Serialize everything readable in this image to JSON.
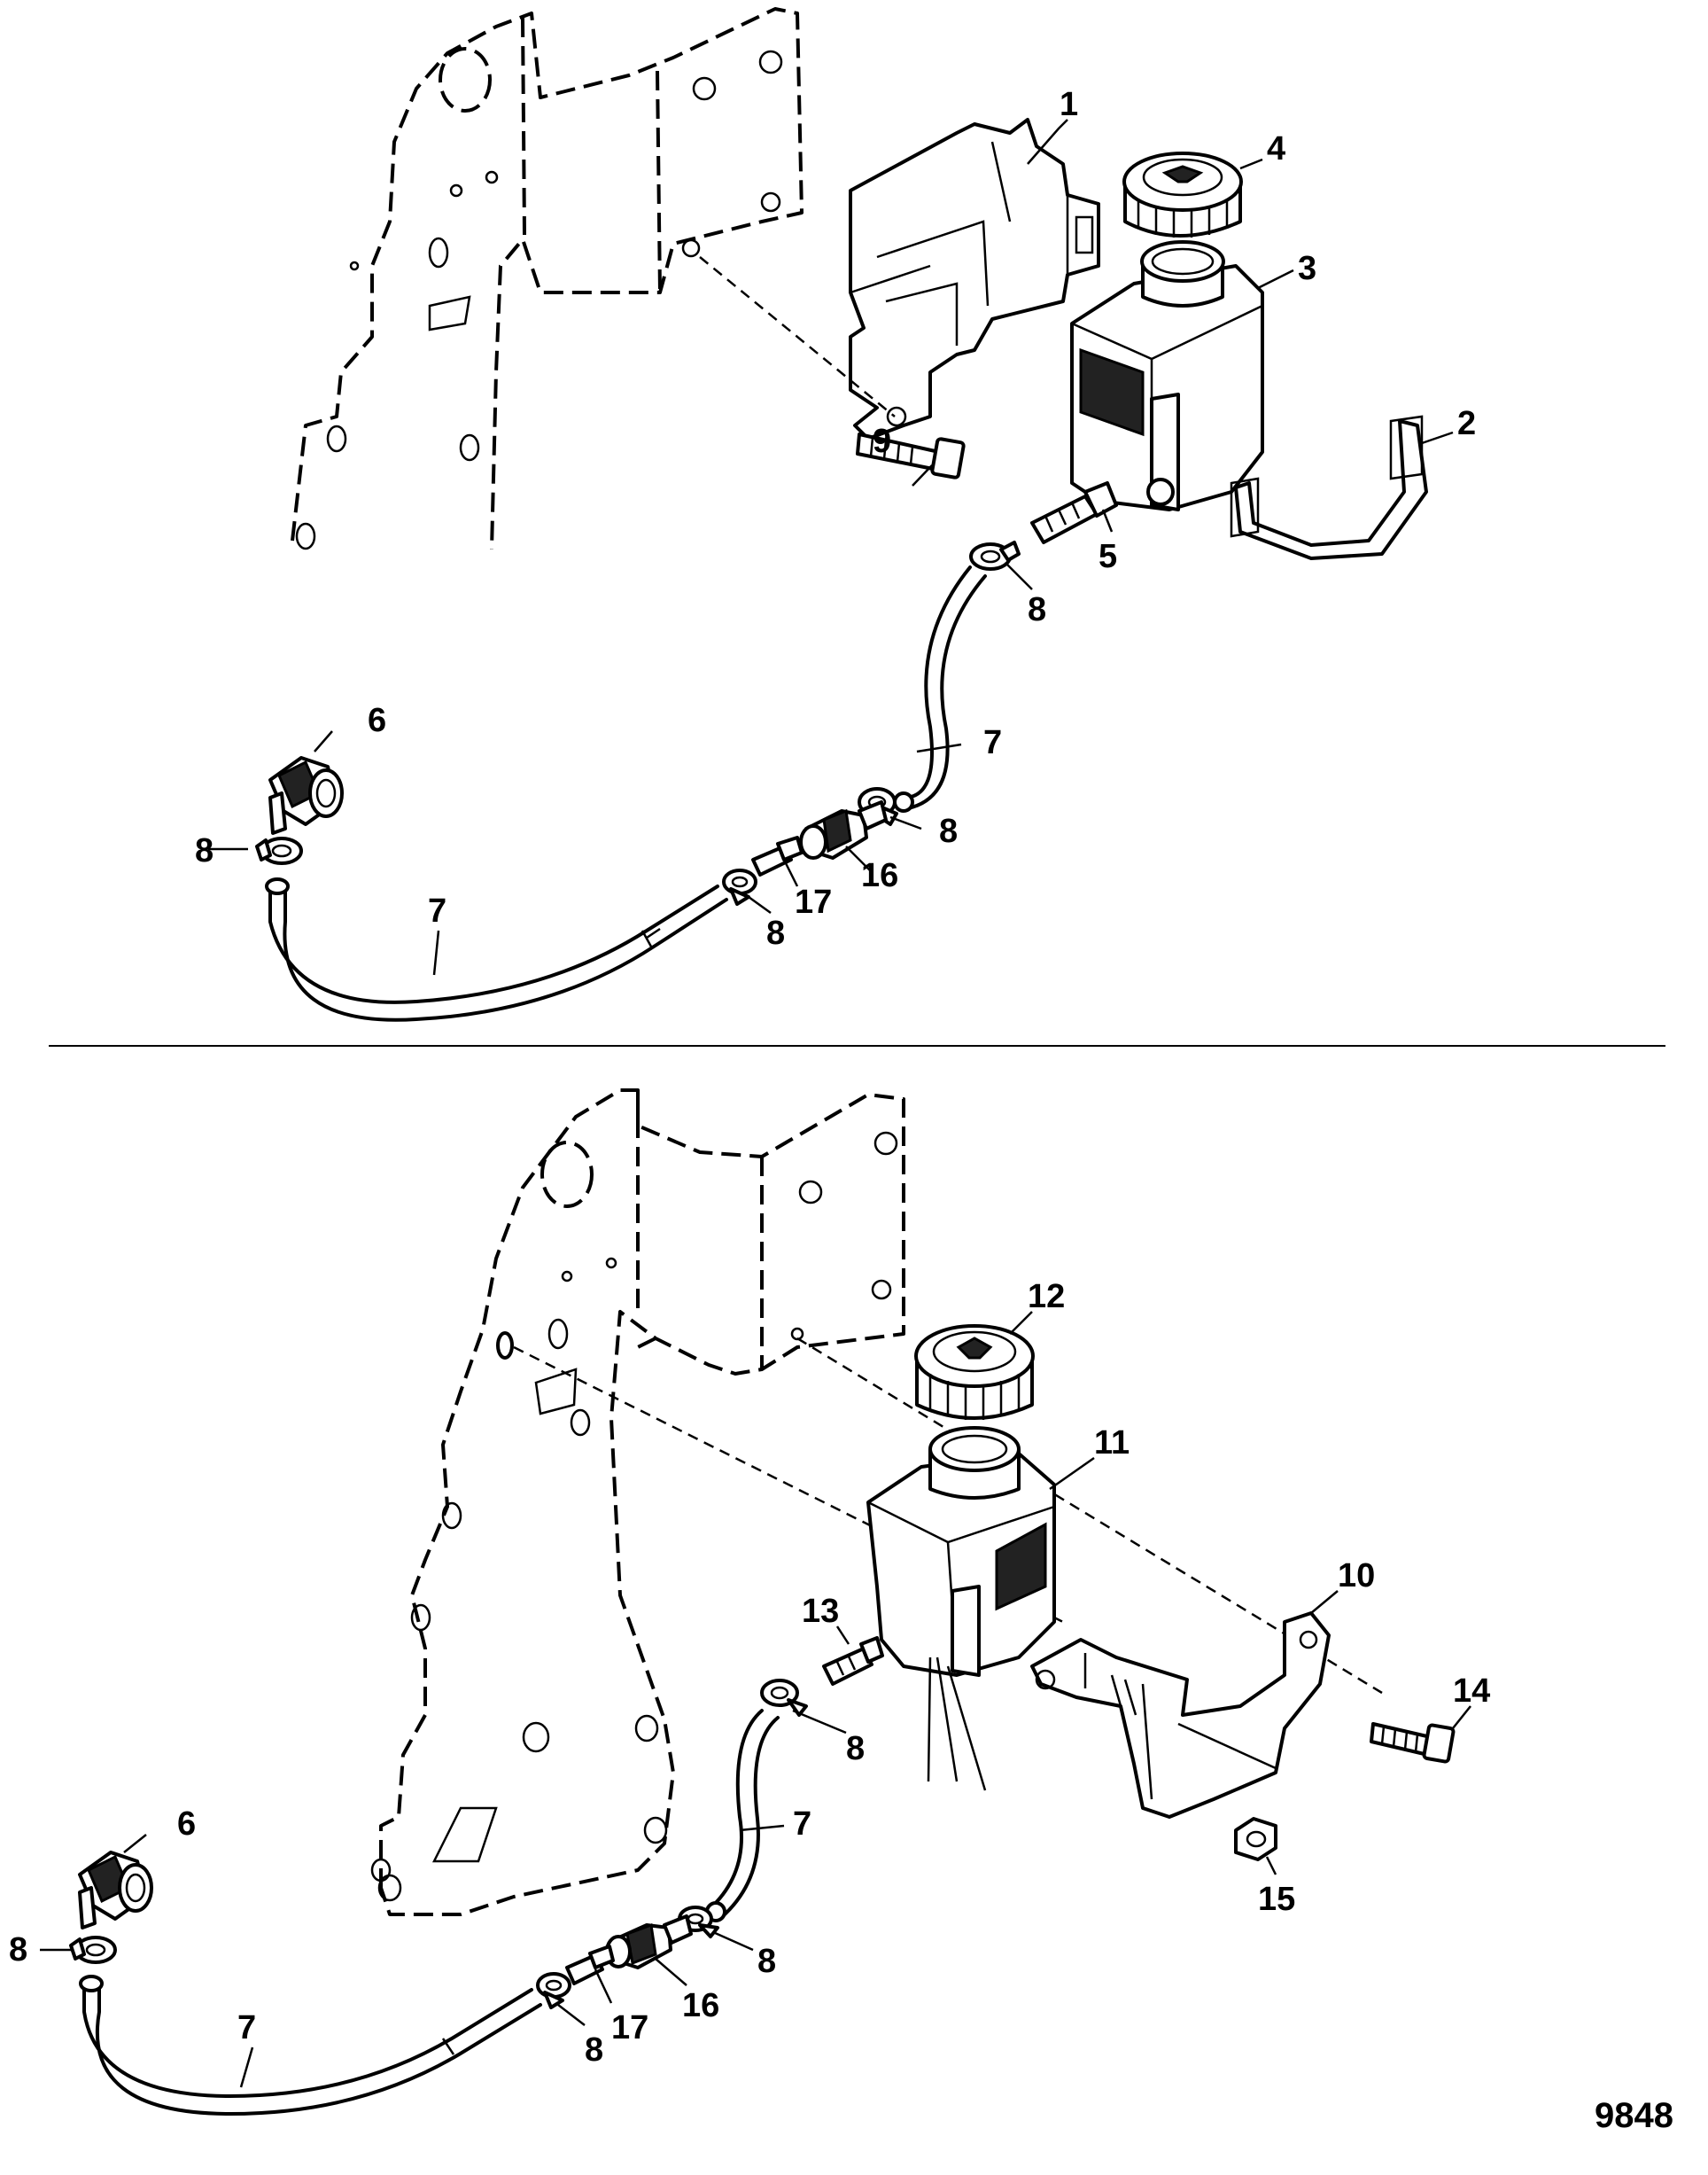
{
  "figure_number": "9848",
  "top_view": {
    "callouts": {
      "c1": "1",
      "c2": "2",
      "c3": "3",
      "c4": "4",
      "c5": "5",
      "c6": "6",
      "c7a": "7",
      "c7b": "7",
      "c8a": "8",
      "c8b": "8",
      "c8c": "8",
      "c8d": "8",
      "c9": "9",
      "c16": "16",
      "c17": "17"
    }
  },
  "bottom_view": {
    "callouts": {
      "c6": "6",
      "c7a": "7",
      "c7b": "7",
      "c8a": "8",
      "c8b": "8",
      "c8c": "8",
      "c8d": "8",
      "c10": "10",
      "c11": "11",
      "c12": "12",
      "c13": "13",
      "c14": "14",
      "c15": "15",
      "c16": "16",
      "c17": "17"
    }
  }
}
